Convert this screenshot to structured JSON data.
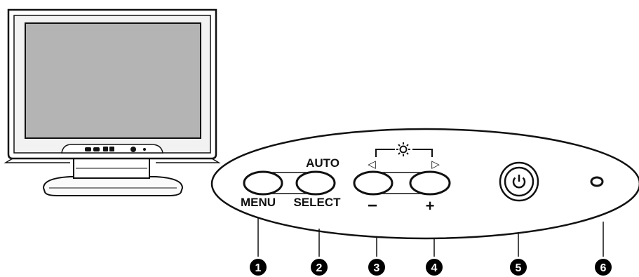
{
  "panel": {
    "labels": {
      "auto": "AUTO",
      "menu": "MENU",
      "select": "SELECT",
      "minus": "−",
      "plus": "+"
    },
    "arrows": {
      "left": "◁",
      "right": "▷"
    },
    "brightness_icon": "sun-icon",
    "power_icon": "power-icon",
    "led_icon": "power-led-indicator"
  },
  "callouts": [
    {
      "number": "1",
      "target": "menu-button"
    },
    {
      "number": "2",
      "target": "auto-select-button"
    },
    {
      "number": "3",
      "target": "brightness-minus-button"
    },
    {
      "number": "4",
      "target": "brightness-plus-button"
    },
    {
      "number": "5",
      "target": "power-button"
    },
    {
      "number": "6",
      "target": "power-led-indicator"
    }
  ],
  "colors": {
    "screen": "#b4b4b4",
    "outline": "#111111",
    "callout_fill": "#000000",
    "callout_text": "#ffffff"
  }
}
